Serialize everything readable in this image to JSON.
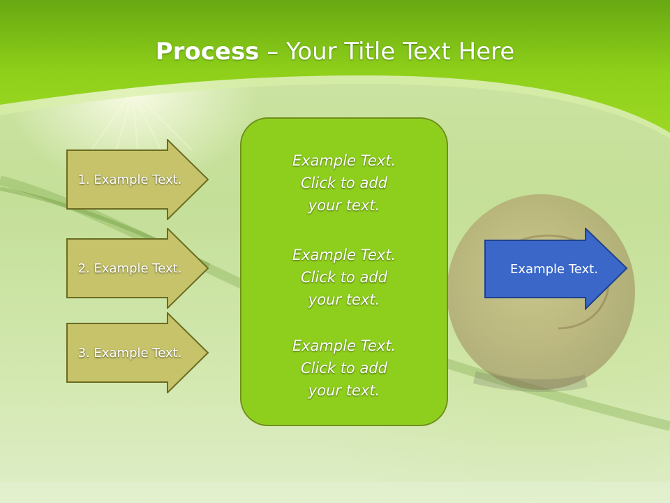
{
  "slide": {
    "title_bold": "Process",
    "title_rest": " – Your Title Text Here"
  },
  "steps": [
    {
      "label": "1. Example Text."
    },
    {
      "label": "2. Example Text."
    },
    {
      "label": "3. Example Text."
    }
  ],
  "center": {
    "paragraphs": [
      {
        "lines": [
          "Example Text.",
          "Click  to add",
          "your text."
        ]
      },
      {
        "lines": [
          "Example Text.",
          "Click  to add",
          "your text."
        ]
      },
      {
        "lines": [
          "Example Text.",
          "Click  to add",
          "your text."
        ]
      }
    ]
  },
  "result": {
    "label": "Example Text."
  },
  "colors": {
    "header_green": "#8fd01a",
    "step_fill": "#c6c36a",
    "step_border": "#6b6b22",
    "center_fill": "#8ecf1d",
    "result_fill": "#3a67c8",
    "result_border": "#20418b"
  }
}
